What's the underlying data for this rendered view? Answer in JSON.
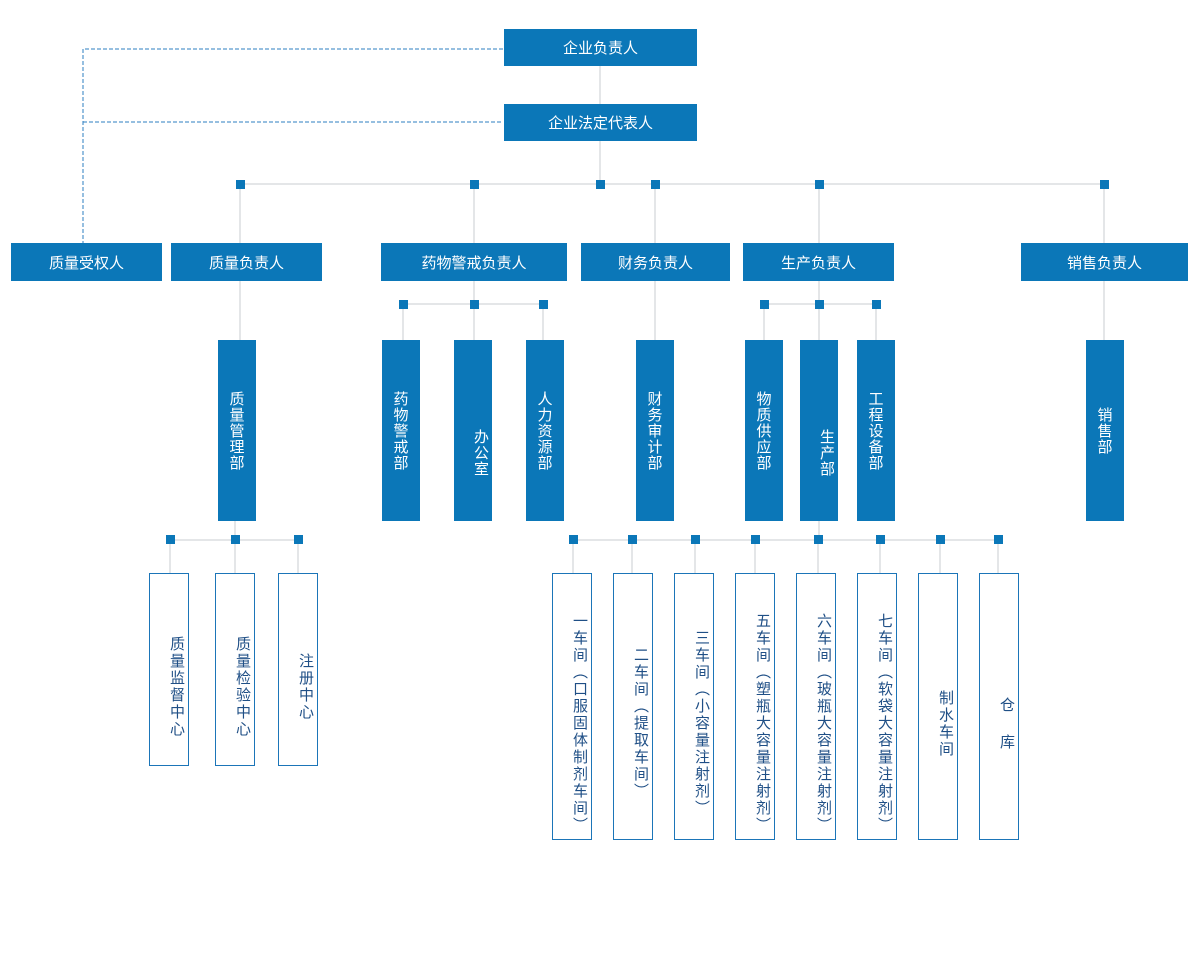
{
  "top": {
    "enterprise_head": "企业负责人",
    "legal_rep": "企业法定代表人"
  },
  "level2": {
    "quality_authorized": "质量受权人",
    "quality_head": "质量负责人",
    "pv_head": "药物警戒负责人",
    "finance_head": "财务负责人",
    "production_head": "生产负责人",
    "sales_head": "销售负责人"
  },
  "departments": {
    "quality_mgmt": "质量管理部",
    "pv": "药物警戒部",
    "office": "办公室",
    "hr": "人力资源部",
    "finance_audit": "财务审计部",
    "materials": "物质供应部",
    "production": "生产部",
    "engineering": "工程设备部",
    "sales": "销售部"
  },
  "quality_units": {
    "supervision": "质量监督中心",
    "inspection": "质量检验中心",
    "registration": "注册中心"
  },
  "workshops": {
    "w1": "一车间（口服固体制剂车间）",
    "w2": "二车间（提取车间）",
    "w3": "三车间（小容量注射剂）",
    "w5": "五车间（塑瓶大容量注射剂）",
    "w6": "六车间（玻瓶大容量注射剂）",
    "w7": "七车间（软袋大容量注射剂）",
    "water": "制水车间",
    "warehouse": "仓 库"
  },
  "colors": {
    "box_fill": "#0b77b8",
    "outline": "#1b75b8",
    "connector": "#c8cdd2",
    "dashed": "#2d7fc0"
  }
}
